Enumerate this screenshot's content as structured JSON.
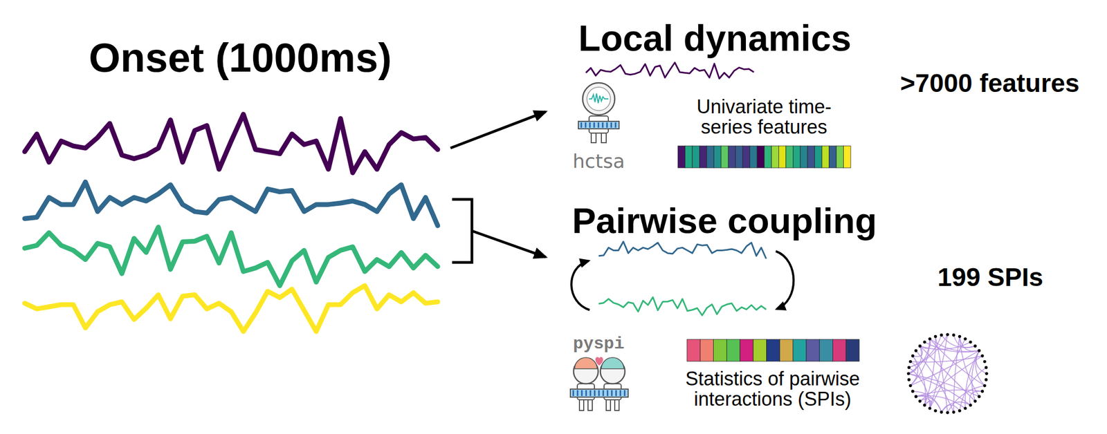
{
  "diagram": {
    "labels": [
      "Onset (1000ms)",
      "Local dynamics",
      "hctsa",
      "Univariate time-series features",
      ">7000 features",
      "Pairwise coupling",
      "pyspi",
      "Statistics of pairwise interactions (SPIs)",
      "199 SPIs"
    ]
  }
}
